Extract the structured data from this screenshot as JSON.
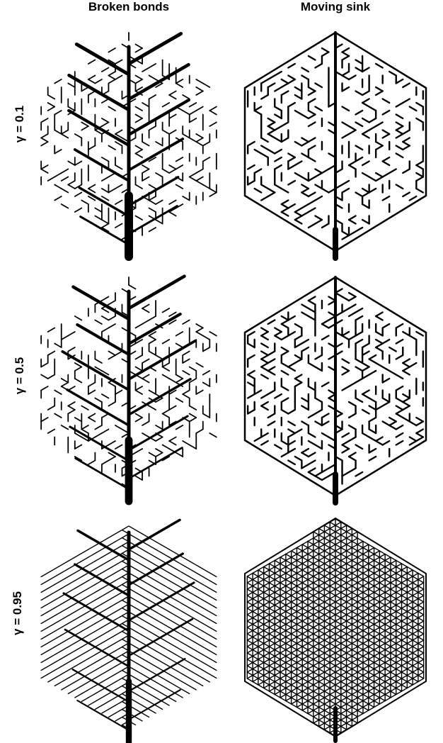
{
  "figure": {
    "columns": [
      {
        "id": "broken",
        "title": "Broken bonds"
      },
      {
        "id": "sink",
        "title": "Moving sink"
      }
    ],
    "rows": [
      {
        "label": "γ = 0.1"
      },
      {
        "label": "γ = 0.5"
      },
      {
        "label": "γ = 0.95"
      }
    ],
    "colors": {
      "ink": "#000000",
      "background": "#ffffff"
    }
  }
}
